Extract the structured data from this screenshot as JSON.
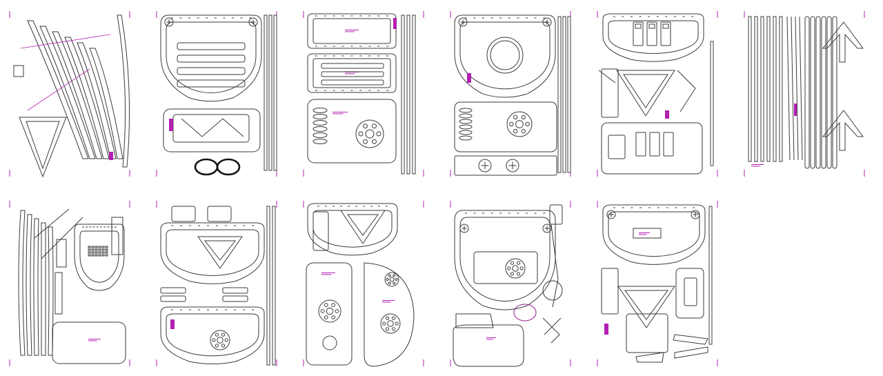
{
  "document": {
    "layout": {
      "columns": 6,
      "rows": 2
    },
    "colors": {
      "cut_line": "#3a3a3a",
      "etch_mark": "#b21fb2",
      "crop_mark": "#b21fb2",
      "background": "#ffffff"
    },
    "sheets": [
      {
        "id": "sheet-1",
        "row": 1,
        "col": 1,
        "motif": "ribs"
      },
      {
        "id": "sheet-2",
        "row": 1,
        "col": 2,
        "motif": "frame-rings"
      },
      {
        "id": "sheet-3",
        "row": 1,
        "col": 3,
        "motif": "trays"
      },
      {
        "id": "sheet-4",
        "row": 1,
        "col": 4,
        "motif": "frame-lens"
      },
      {
        "id": "sheet-5",
        "row": 1,
        "col": 5,
        "motif": "frame-windows"
      },
      {
        "id": "sheet-6",
        "row": 1,
        "col": 6,
        "motif": "struts"
      },
      {
        "id": "sheet-7",
        "row": 2,
        "col": 1,
        "motif": "ribs-base"
      },
      {
        "id": "sheet-8",
        "row": 2,
        "col": 2,
        "motif": "frames-hub"
      },
      {
        "id": "sheet-9",
        "row": 2,
        "col": 3,
        "motif": "panels-hubs"
      },
      {
        "id": "sheet-10",
        "row": 2,
        "col": 4,
        "motif": "frame-tub"
      },
      {
        "id": "sheet-11",
        "row": 2,
        "col": 5,
        "motif": "frame-mix"
      }
    ]
  }
}
